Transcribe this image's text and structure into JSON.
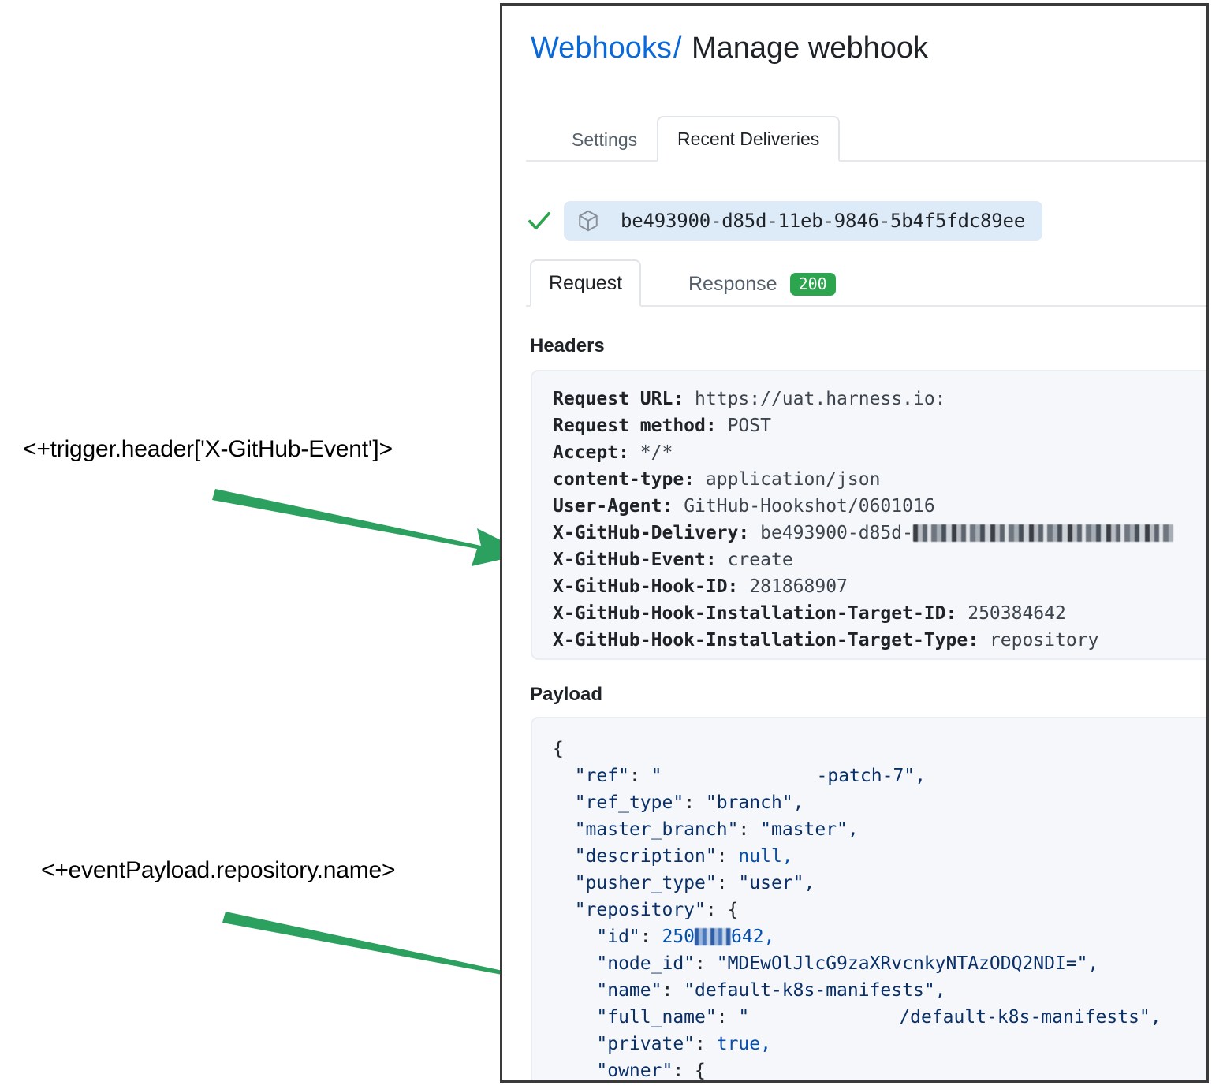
{
  "annotations": [
    {
      "id": "trigger-header",
      "text": "<+trigger.header['X-GitHub-Event']>"
    },
    {
      "id": "event-payload",
      "text": "<+eventPayload.repository.name>"
    }
  ],
  "colors": {
    "accent_link": "#0969da",
    "arrow_green": "#2ca05f",
    "success_green": "#2da44e",
    "chip_blue": "#ddeaf7",
    "code_bg": "#f5f7fa",
    "panel_border": "#3a3a3a"
  },
  "breadcrumb": {
    "link_label": "Webhooks",
    "separator": "/",
    "current_label": "Manage webhook"
  },
  "main_tabs": [
    {
      "id": "settings",
      "label": "Settings",
      "active": false
    },
    {
      "id": "recent-deliveries",
      "label": "Recent Deliveries",
      "active": true
    }
  ],
  "delivery": {
    "status_icon": "check-icon",
    "package_icon": "package-icon",
    "id": "be493900-d85d-11eb-9846-5b4f5fdc89ee"
  },
  "sub_tabs": [
    {
      "id": "request",
      "label": "Request",
      "active": true,
      "badge": null
    },
    {
      "id": "response",
      "label": "Response",
      "active": false,
      "badge": "200"
    }
  ],
  "headers_section": {
    "heading": "Headers",
    "lines": [
      {
        "key": "Request URL:",
        "value": "https://uat.harness.io:"
      },
      {
        "key": "Request method:",
        "value": "POST"
      },
      {
        "key": "Accept:",
        "value": "*/*"
      },
      {
        "key": "content-type:",
        "value": "application/json"
      },
      {
        "key": "User-Agent:",
        "value": "GitHub-Hookshot/0601016"
      },
      {
        "key": "X-GitHub-Delivery:",
        "value": "be493900-d85d-",
        "redacted_suffix": true
      },
      {
        "key": "X-GitHub-Event:",
        "value": "create"
      },
      {
        "key": "X-GitHub-Hook-ID:",
        "value": "281868907"
      },
      {
        "key": "X-GitHub-Hook-Installation-Target-ID:",
        "value": "250384642"
      },
      {
        "key": "X-GitHub-Hook-Installation-Target-Type:",
        "value": "repository"
      }
    ]
  },
  "payload_section": {
    "heading": "Payload",
    "lines": [
      {
        "text": "{"
      },
      {
        "key": "\"ref\"",
        "sep": ": ",
        "value": "\"",
        "redacted": true,
        "value_tail": "-patch-7\","
      },
      {
        "key": "\"ref_type\"",
        "sep": ": ",
        "value": "\"branch\","
      },
      {
        "key": "\"master_branch\"",
        "sep": ": ",
        "value": "\"master\","
      },
      {
        "key": "\"description\"",
        "sep": ": ",
        "value": "null,",
        "literal": true
      },
      {
        "key": "\"pusher_type\"",
        "sep": ": ",
        "value": "\"user\","
      },
      {
        "key": "\"repository\"",
        "sep": ": ",
        "value": "{"
      },
      {
        "key": "\"id\"",
        "sep": ": ",
        "value": "250",
        "redacted": true,
        "value_tail": "642,",
        "literal": true
      },
      {
        "key": "\"node_id\"",
        "sep": ": ",
        "value": "\"MDEwOlJlcG9zaXRvcnkyNTAzODQ2NDI=\","
      },
      {
        "key": "\"name\"",
        "sep": ": ",
        "value": "\"default-k8s-manifests\","
      },
      {
        "key": "\"full_name\"",
        "sep": ": ",
        "value": "\"",
        "redacted": true,
        "value_tail": "/default-k8s-manifests\","
      },
      {
        "key": "\"private\"",
        "sep": ": ",
        "value": "true,",
        "literal": true
      },
      {
        "key": "\"owner\"",
        "sep": ": ",
        "value": "{"
      }
    ]
  }
}
